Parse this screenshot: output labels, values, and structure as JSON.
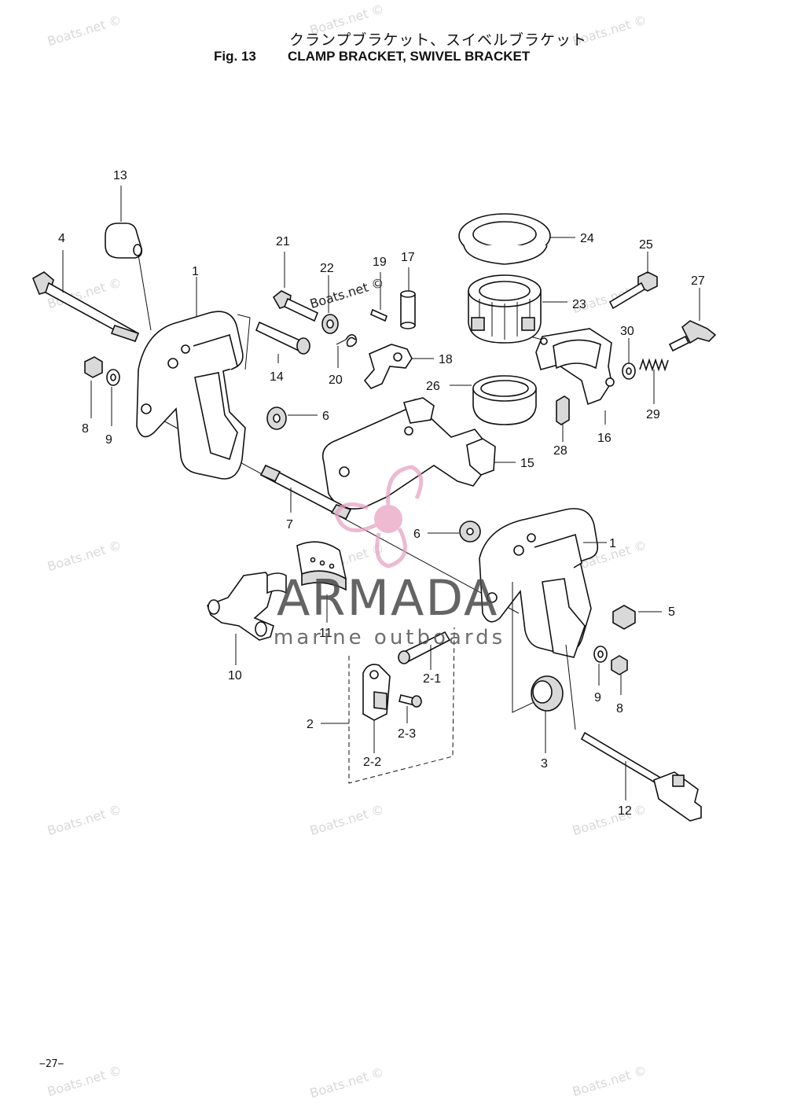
{
  "header": {
    "title_jp": "クランプブラケット、スイベルブラケット",
    "fig_label": "Fig. 13",
    "title_en": "CLAMP BRACKET, SWIVEL BRACKET"
  },
  "callouts": [
    {
      "id": "c13",
      "label": "13"
    },
    {
      "id": "c4",
      "label": "4"
    },
    {
      "id": "c1a",
      "label": "1"
    },
    {
      "id": "c21",
      "label": "21"
    },
    {
      "id": "c22",
      "label": "22"
    },
    {
      "id": "c19",
      "label": "19"
    },
    {
      "id": "c17",
      "label": "17"
    },
    {
      "id": "c24",
      "label": "24"
    },
    {
      "id": "c25",
      "label": "25"
    },
    {
      "id": "c27",
      "label": "27"
    },
    {
      "id": "c23",
      "label": "23"
    },
    {
      "id": "c30",
      "label": "30"
    },
    {
      "id": "c14",
      "label": "14"
    },
    {
      "id": "c20",
      "label": "20"
    },
    {
      "id": "c18",
      "label": "18"
    },
    {
      "id": "c26",
      "label": "26"
    },
    {
      "id": "c29",
      "label": "29"
    },
    {
      "id": "c8a",
      "label": "8"
    },
    {
      "id": "c9a",
      "label": "9"
    },
    {
      "id": "c6a",
      "label": "6"
    },
    {
      "id": "c28",
      "label": "28"
    },
    {
      "id": "c16",
      "label": "16"
    },
    {
      "id": "c15",
      "label": "15"
    },
    {
      "id": "c7",
      "label": "7"
    },
    {
      "id": "c6b",
      "label": "6"
    },
    {
      "id": "c1b",
      "label": "1"
    },
    {
      "id": "c5",
      "label": "5"
    },
    {
      "id": "c11",
      "label": "11"
    },
    {
      "id": "c10",
      "label": "10"
    },
    {
      "id": "c2-1",
      "label": "2-1"
    },
    {
      "id": "c9b",
      "label": "9"
    },
    {
      "id": "c8b",
      "label": "8"
    },
    {
      "id": "c2",
      "label": "2"
    },
    {
      "id": "c2-3",
      "label": "2-3"
    },
    {
      "id": "c3",
      "label": "3"
    },
    {
      "id": "c2-2",
      "label": "2-2"
    },
    {
      "id": "c12",
      "label": "12"
    }
  ],
  "watermark": {
    "text": "Boats.net ©",
    "brand": "ARMADA",
    "tagline": "marine outboards",
    "logo_color": "#e8a3c4"
  },
  "footer": {
    "page_number": "−27−"
  }
}
